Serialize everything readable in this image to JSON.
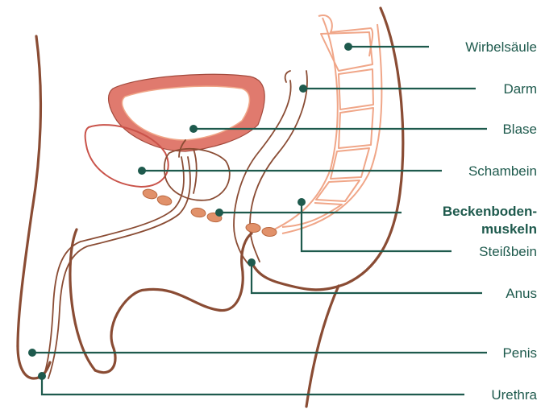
{
  "labels": {
    "wirbelsaeule": "Wirbelsäule",
    "darm": "Darm",
    "blase": "Blase",
    "schambein": "Schambein",
    "beckenboden_line1": "Beckenboden-",
    "beckenboden_line2": "muskeln",
    "steissbein": "Steißbein",
    "anus": "Anus",
    "penis": "Penis",
    "urethra": "Urethra"
  },
  "colors": {
    "label_text": "#1e5a4d",
    "body_outline": "#8a4c34",
    "bladder_wall": "#e07a6e",
    "spine": "#f0a688",
    "muscles": "#e1916a"
  }
}
